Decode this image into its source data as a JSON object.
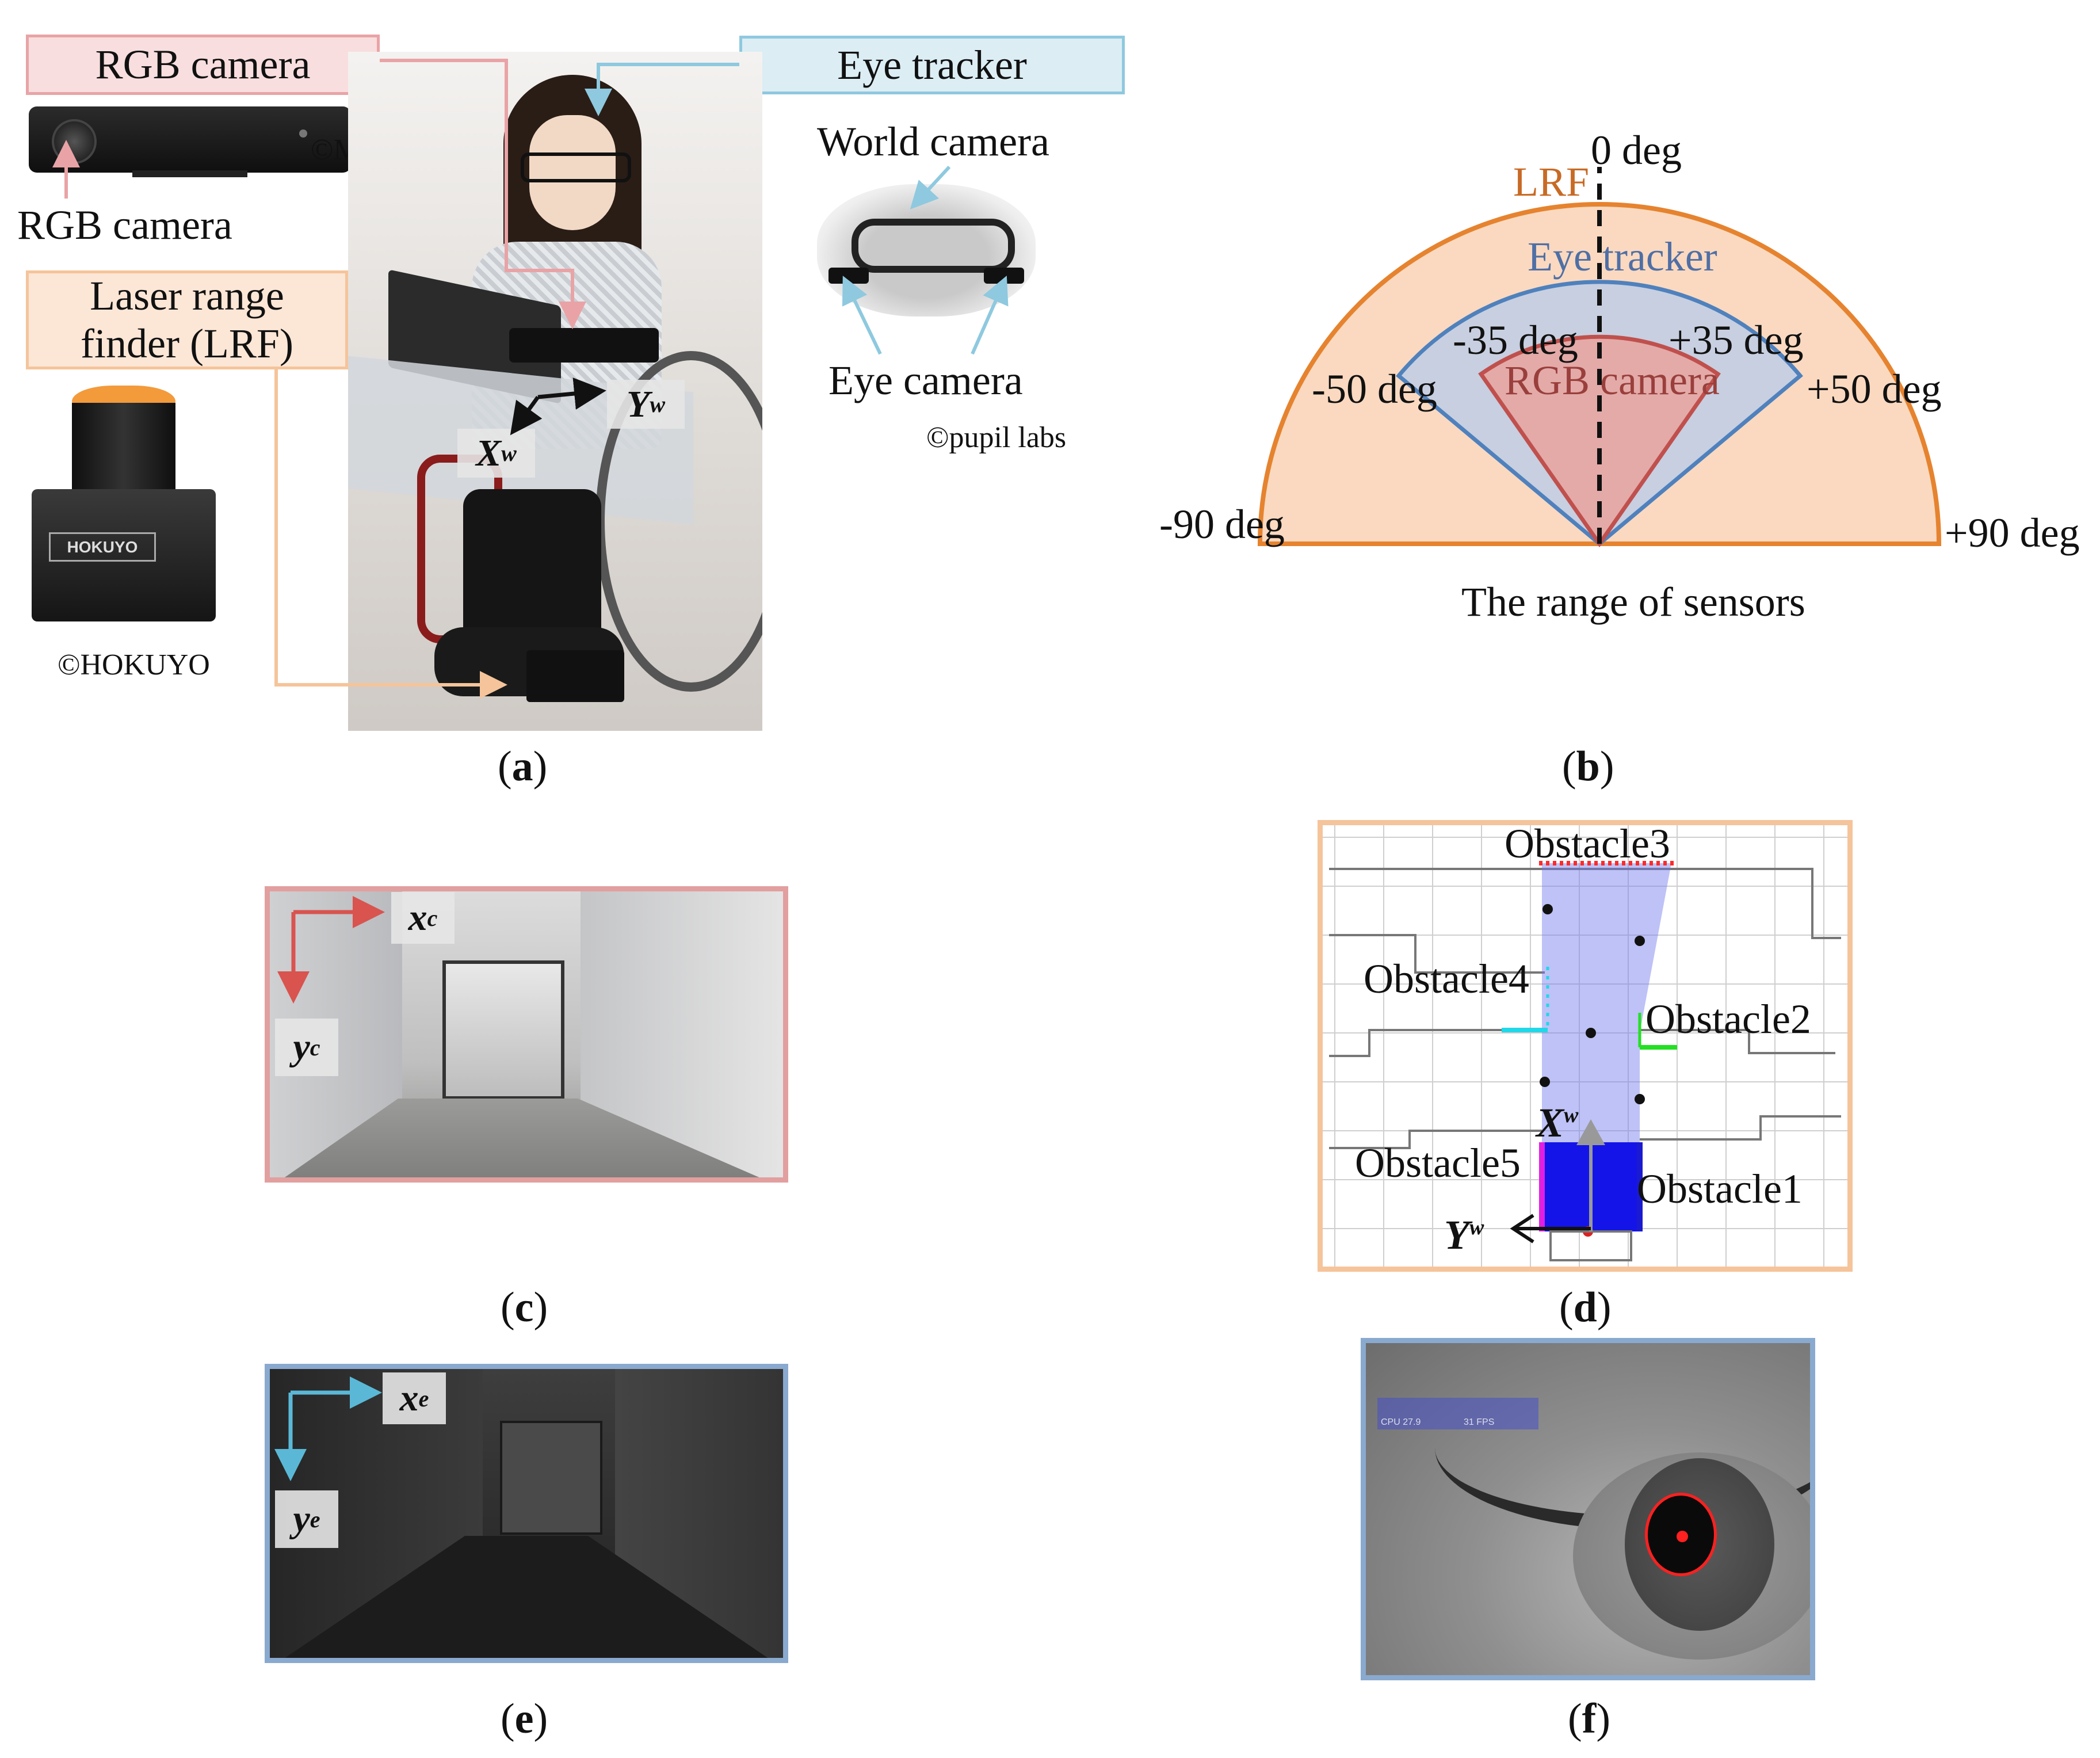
{
  "panel_a": {
    "rgb_camera_tag": "RGB camera",
    "eye_tracker_tag": "Eye tracker",
    "rgb_camera_label": "RGB camera",
    "microsoft_credit": "©Microsoft",
    "lrf_tag": "Laser range\nfinder (LRF)",
    "hokuyo_credit": "©HOKUYO",
    "hokuyo_logo": "HOKUYO",
    "world_camera": "World camera",
    "eye_camera": "Eye camera",
    "pupil_credit": "©pupil labs",
    "axis_x": "X",
    "axis_y": "Y",
    "axis_sup": "w",
    "caption": "a"
  },
  "panel_b": {
    "lrf": "LRF",
    "zero": "0 deg",
    "eye_tracker": "Eye tracker",
    "rgb_camera": "RGB camera",
    "minus35": "-35 deg",
    "plus35": "+35 deg",
    "minus50": "-50 deg",
    "plus50": "+50 deg",
    "minus90": "-90 deg",
    "plus90": "+90 deg",
    "title": "The range of sensors",
    "caption": "b",
    "colors": {
      "lrf": "#e6832f",
      "eye": "#4f81bd",
      "rgb": "#c0504d",
      "lrf_fill": "#fad9c0",
      "eye_fill": "#c7cfe0",
      "rgb_fill": "#e3aaa8"
    }
  },
  "panel_c": {
    "x": "x",
    "y": "y",
    "sup": "c",
    "caption": "c"
  },
  "panel_d": {
    "obstacle1": "Obstacle1",
    "obstacle2": "Obstacle2",
    "obstacle3": "Obstacle3",
    "obstacle4": "Obstacle4",
    "obstacle5": "Obstacle5",
    "axis_x": "X",
    "axis_y": "Y",
    "axis_sup": "w",
    "caption": "d"
  },
  "panel_e": {
    "x": "x",
    "y": "y",
    "sup": "e",
    "caption": "e"
  },
  "panel_f": {
    "cpu": "CPU 27.9",
    "fps": "31 FPS",
    "caption": "f"
  }
}
